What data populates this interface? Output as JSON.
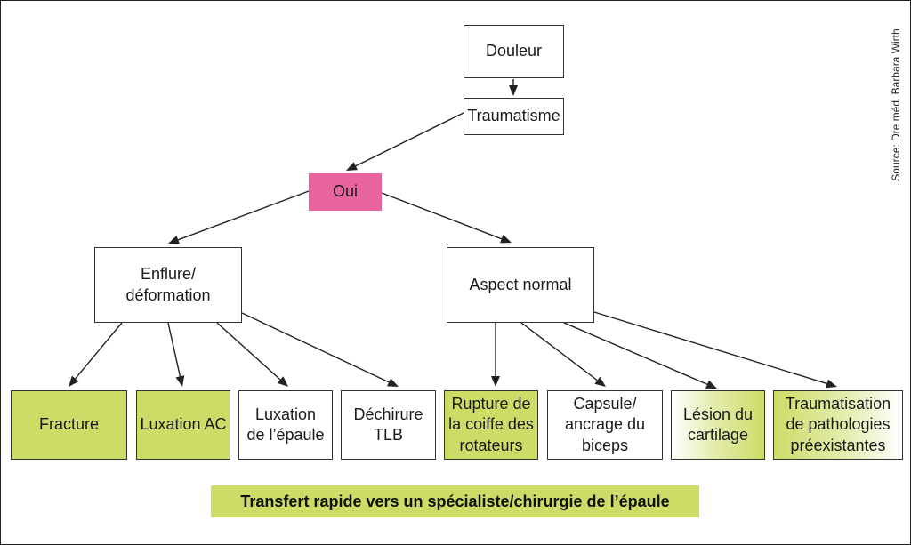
{
  "nodes": {
    "douleur": "Douleur",
    "traumatisme": "Traumatisme",
    "oui": "Oui",
    "enflure": "Enflure/\ndéformation",
    "aspect_normal": "Aspect normal",
    "fracture": "Fracture",
    "luxation_ac": "Luxation AC",
    "luxation_epaule": "Luxation\nde l’épaule",
    "dechirure_tlb": "Déchirure\nTLB",
    "rupture_coiffe": "Rupture de\nla coiffe des\nrotateurs",
    "capsule_biceps": "Capsule/\nancrage du\nbiceps",
    "lesion_cartilage": "Lésion du\ncartilage",
    "traumatisation": "Traumatisation\nde pathologies\npréexistantes"
  },
  "banner": "Transfert rapide vers un spécialiste/chirurgie de l’épaule",
  "source": "Source: Dre méd. Barbara Wirth",
  "colors": {
    "highlight_pink": "#e8649e",
    "highlight_green": "#cddc66",
    "arrow": "#222222"
  }
}
